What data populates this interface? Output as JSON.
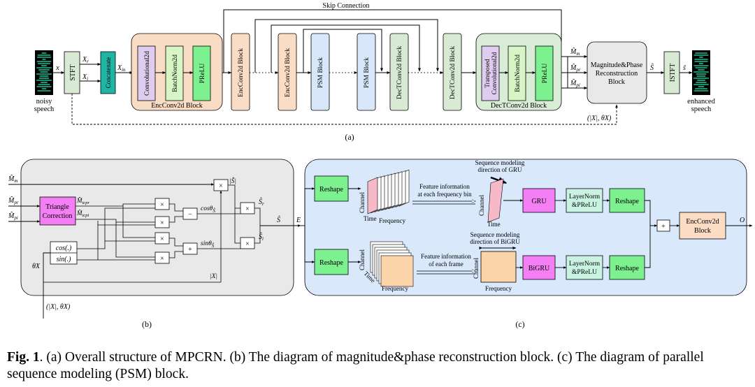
{
  "colors": {
    "enc_block_bg": "#f9dcc4",
    "dec_block_bg": "#d9ecd5",
    "stft_box": "#d8ead3",
    "concat_box": "#1fb5a4",
    "conv_box": "#dfcdf0",
    "bn_box": "#d7f5c5",
    "prelu_box": "#7df08f",
    "encconv_box": "#fbdcc5",
    "psm_box": "#d8e7fa",
    "dectconv_box": "#d8ead3",
    "mpr_box": "#e9e9e9",
    "panel_b_bg": "#e9e9e9",
    "panel_c_bg": "#d9e8fb",
    "triangle_box": "#f47ff4",
    "reshape_box": "#7df08f",
    "gru_box": "#f47ff4",
    "layernorm_box": "#c8f3e3",
    "enc_out_box": "#fbdcc5",
    "spectrogram": "#1dbf92"
  },
  "panel_a": {
    "input_label": [
      "noisy",
      "speech"
    ],
    "x_label": "x",
    "stft": "STFT",
    "xr": "X",
    "xr_sub": "r",
    "xi": "X",
    "xi_sub": "i",
    "concat": "Concatenate",
    "xin": "X",
    "xin_sub": "in",
    "enc_inner": [
      "Convolutional2d",
      "BatchNorm2d",
      "PReLU"
    ],
    "enc_caption": "EncConv2d Block",
    "encconv_block": "EncConv2d Block",
    "psm_block": "PSM Block",
    "dectconv_block": "DecTConv2d Block",
    "dec_inner_conv": [
      "Transposed",
      "Convolutional2d"
    ],
    "dec_inner": [
      "BatchNorm2d",
      "PReLU"
    ],
    "dec_caption": "DecTConv2d Block",
    "skip": "Skip Connection",
    "mm": "M̂",
    "mm_sub": "m",
    "mpr": "M̂",
    "mpr_sub": "pr",
    "mpi": "M̂",
    "mpi_sub": "pi",
    "mpr_block": [
      "Magnitude&Phase",
      "Reconstruction",
      "Block"
    ],
    "s_hat": "Ŝ",
    "istft": "ISTFT",
    "s_out": "ŝ",
    "output_label": [
      "enhanced",
      "speech"
    ],
    "feedback": "(|X|, θX)",
    "panel_label": "(a)"
  },
  "panel_b": {
    "in_m": "M̂",
    "in_m_sub": "m",
    "in_pr": "M̂",
    "in_pr_sub": "pr",
    "in_pi": "M̂",
    "in_pi_sub": "pi",
    "triangle": [
      "Triangle",
      "Correction"
    ],
    "tcpr": "M̂",
    "tcpr_sub": "tcpr",
    "tcpi": "M̂",
    "tcpi_sub": "tcpi",
    "cos": "cos(.)",
    "sin": "sin(.)",
    "theta_x": "θX",
    "times": "×",
    "minus": "−",
    "plus": "+",
    "cos_label": "cosθ",
    "sin_label": "sinθ",
    "s_sub": "Ŝ",
    "abs_s": "|Ŝ|",
    "s_r": "Ŝ",
    "s_r_sub": "r",
    "s_i": "Ŝ",
    "s_i_sub": "i",
    "s_out": "Ŝ",
    "abs_x": "|X|",
    "input": "(|X|, θX)",
    "panel_label": "(b)"
  },
  "panel_c": {
    "e": "E",
    "reshape": "Reshape",
    "channel": "Channel",
    "time": "Time",
    "frequency": "Frequency",
    "feat_freq": [
      "Feature information",
      "at each frequency bin"
    ],
    "seq_gru": [
      "Sequence modeling",
      "direction of GRU"
    ],
    "gru": "GRU",
    "layernorm": [
      "LayerNorm",
      "&PReLU"
    ],
    "feat_frame": [
      "Feature information",
      "of each frame"
    ],
    "seq_bigru": [
      "Sequence modeling",
      "direction of BiGRU"
    ],
    "bigru": "BiGRU",
    "plus": "+",
    "encconv": [
      "EncConv2d",
      "Block"
    ],
    "o": "O",
    "panel_label": "(c)"
  },
  "caption": {
    "fig": "Fig. 1",
    "text": ". (a) Overall structure of MPCRN. (b) The diagram of magnitude&phase reconstruction block. (c) The diagram of parallel sequence modeling (PSM) block."
  }
}
